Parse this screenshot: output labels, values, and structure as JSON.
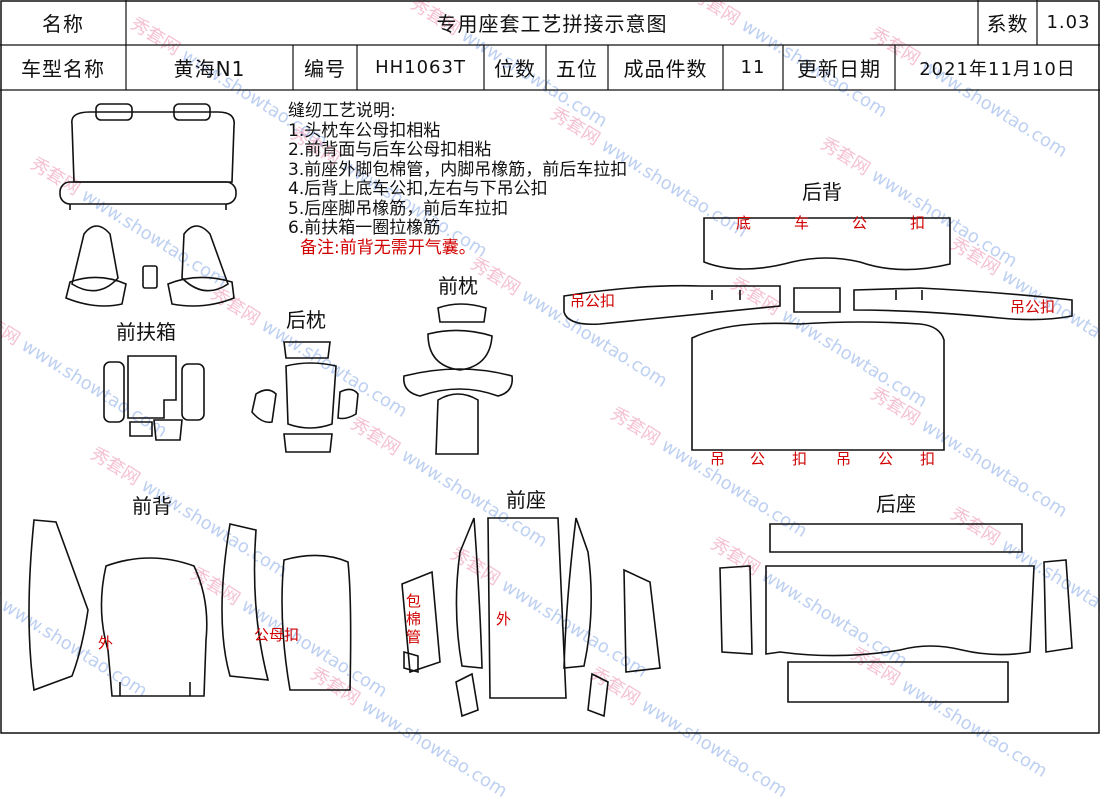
{
  "header": {
    "name_label": "名称",
    "title": "专用座套工艺拼接示意图",
    "coef_label": "系数",
    "coef_value": "1.03",
    "model_label": "车型名称",
    "model_value": "黄海N1",
    "code_label": "编号",
    "code_value": "HH1063T",
    "seats_label": "位数",
    "seats_value": "五位",
    "pieces_label": "成品件数",
    "pieces_value": "11",
    "update_label": "更新日期",
    "update_value": "2021年11月10日"
  },
  "notes": {
    "title": "缝纫工艺说明:",
    "items": [
      "1.头枕车公母扣相粘",
      "2.前背面与后车公母扣相粘",
      "3.前座外脚包棉管，内脚吊橡筋，前后车拉扣",
      "4.后背上底车公扣,左右与下吊公扣",
      "5.后座脚吊橡筋，前后车拉扣",
      "6.前扶箱一圈拉橡筋"
    ],
    "remark": "备注:前背无需开气囊。"
  },
  "sections": {
    "front_armrest": "前扶箱",
    "rear_headrest": "后枕",
    "front_headrest": "前枕",
    "rear_back": "后背",
    "front_back": "前背",
    "front_seat": "前座",
    "rear_seat": "后座"
  },
  "annotations": {
    "rear_back_top": [
      "底",
      "车",
      "公",
      "扣"
    ],
    "rear_back_left": "吊公扣",
    "rear_back_right": "吊公扣",
    "rear_back_bottom": [
      "吊",
      "公",
      "扣",
      "吊",
      "公",
      "扣"
    ],
    "front_back_outer": "外",
    "front_back_buckle": "公母扣",
    "front_seat_pipe": [
      "包",
      "棉",
      "管"
    ],
    "front_seat_outer": "外"
  },
  "watermark": {
    "cn": "秀套网",
    "url": "www.showtao.com"
  }
}
